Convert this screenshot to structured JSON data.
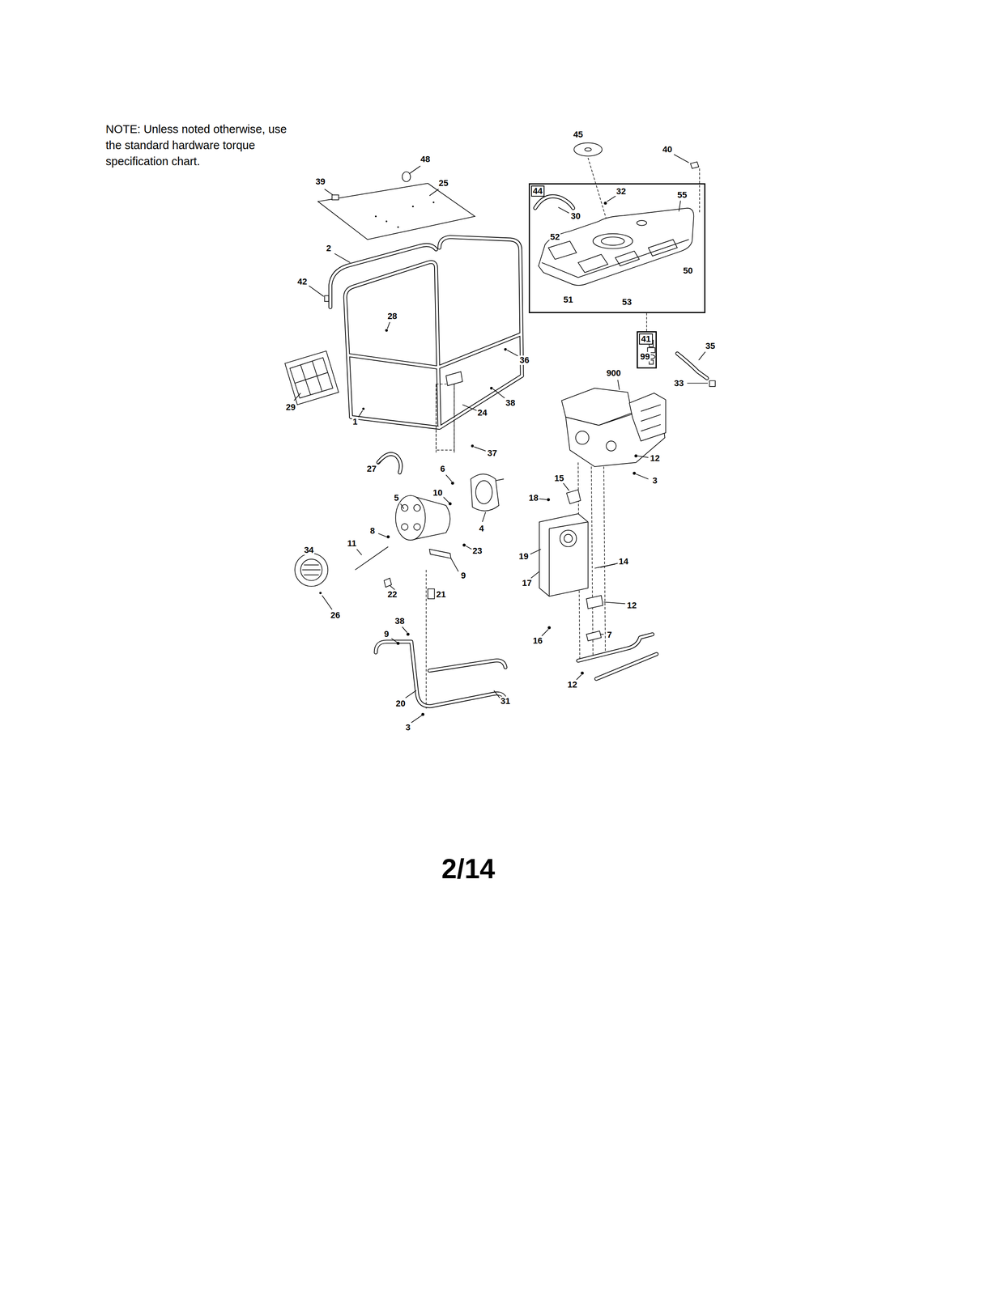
{
  "diagram": {
    "nodes": [
      {
        "text": [
          "44"
        ]
      },
      {
        "text": [
          "41"
        ]
      }
    ],
    "edges": [
      {
        "from": 0,
        "to": 1,
        "arrow": "none"
      }
    ],
    "labels": [
      "NOTE: Unless noted otherwise, use the standard hardware torque specification chart.",
      "45",
      "40",
      "48",
      "39",
      "25",
      "30",
      "32",
      "55",
      "52",
      "50",
      "51",
      "53",
      "2",
      "42",
      "28",
      "36",
      "99",
      "35",
      "33",
      "900",
      "29",
      "38",
      "1",
      "24",
      "37",
      "27",
      "12",
      "6",
      "3",
      "15",
      "10",
      "5",
      "4",
      "18",
      "8",
      "11",
      "23",
      "19",
      "9",
      "34",
      "14",
      "17",
      "22",
      "12",
      "21",
      "26",
      "16",
      "7",
      "38",
      "9",
      "20",
      "31",
      "12",
      "3",
      "2/14"
    ]
  }
}
